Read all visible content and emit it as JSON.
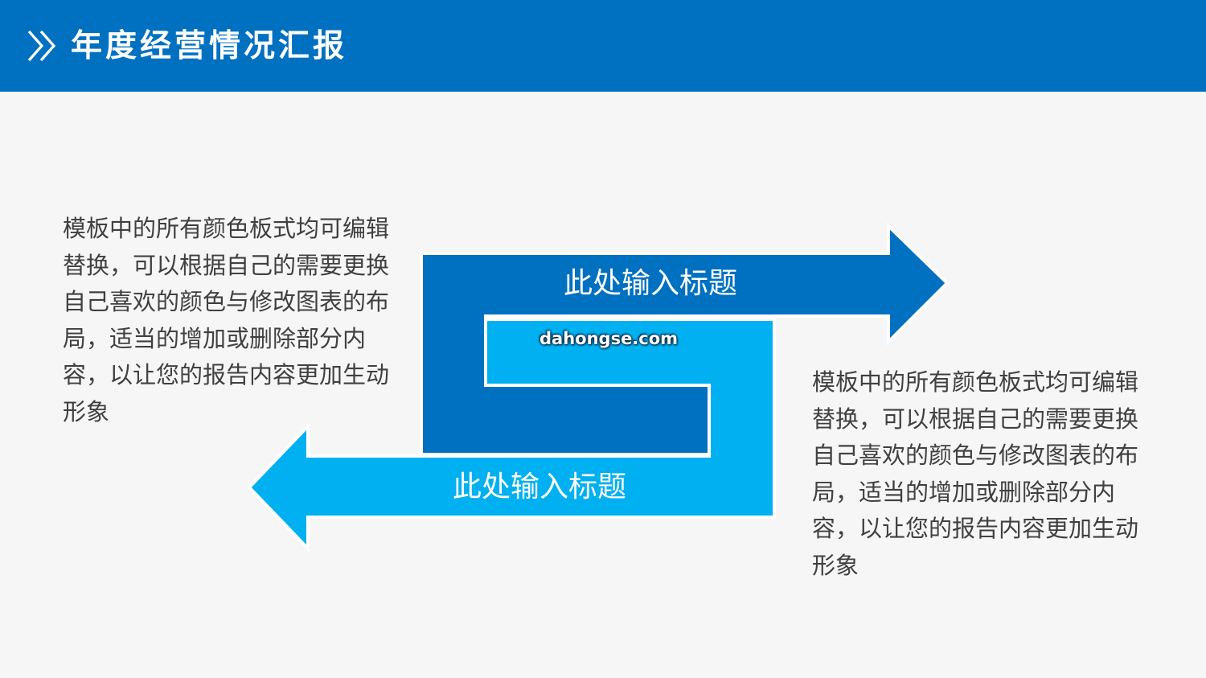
{
  "header": {
    "title": "年度经营情况汇报",
    "icon": "double-chevron-right-icon",
    "background_color": "#0070c0"
  },
  "diagram": {
    "top_arrow": {
      "label": "此处输入标题",
      "direction": "right",
      "color": "#0070c0"
    },
    "bottom_arrow": {
      "label": "此处输入标题",
      "direction": "left",
      "color": "#00b0f0"
    },
    "watermark": "dahongse.com"
  },
  "texts": {
    "left": "模板中的所有颜色板式均可编辑替换，可以根据自己的需要更换自己喜欢的颜色与修改图表的布局，适当的增加或删除部分内容，以让您的报告内容更加生动形象",
    "right": "模板中的所有颜色板式均可编辑替换，可以根据自己的需要更换自己喜欢的颜色与修改图表的布局，适当的增加或删除部分内容，以让您的报告内容更加生动形象"
  },
  "colors": {
    "page_background": "#f6f6f6",
    "text": "#404040",
    "dark_blue": "#0070c0",
    "light_blue": "#00b0f0"
  }
}
